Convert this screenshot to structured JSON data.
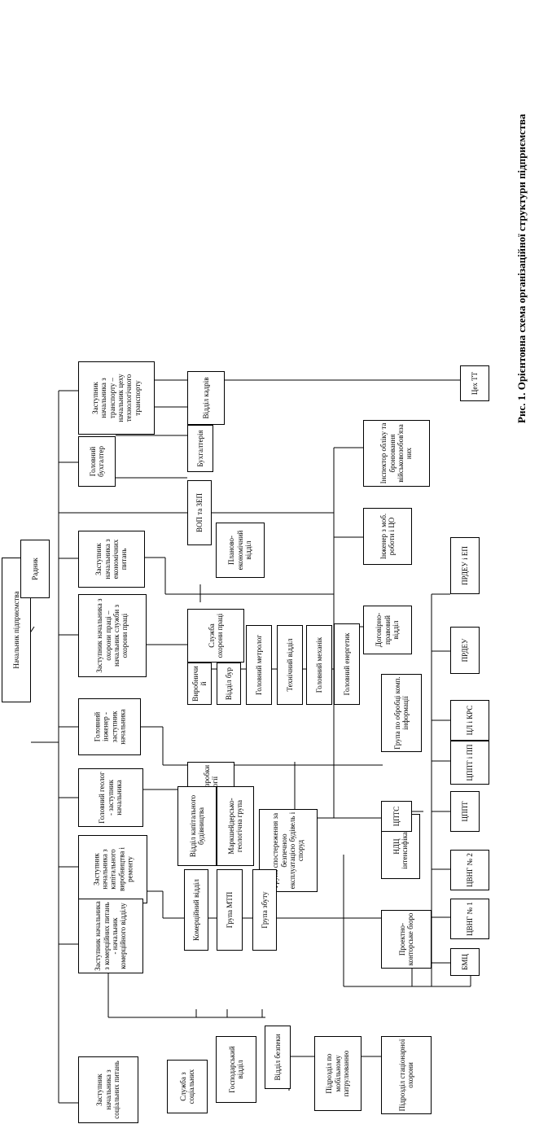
{
  "caption": "Рис. 1. Орієнтовна схема організаційної структури підприємства",
  "boxes": [
    {
      "text": "Начальник підприємства"
    },
    {
      "text": "Радник"
    },
    {
      "text": "Заступник начальника з транспорту – начальник цеху технологічного транспорту"
    },
    {
      "text": "Відділ кадрів"
    },
    {
      "text": "Головний бухгалтер"
    },
    {
      "text": "Бухгалтерія"
    },
    {
      "text": "ВОП та ЗЕП"
    },
    {
      "text": "Заступник начальника з економічних питань"
    },
    {
      "text": "Планово-економічний відділ"
    },
    {
      "text": "Заступник начальника з охорони праці – начальник служби з охорони праці"
    },
    {
      "text": "Служба охорони праці"
    },
    {
      "text": "Виробничий"
    },
    {
      "text": "Відділ бур"
    },
    {
      "text": "Головний метролог"
    },
    {
      "text": "Технічний відділ"
    },
    {
      "text": "Головний механік"
    },
    {
      "text": "Головний енергетик"
    },
    {
      "text": "Головний інженер - заступник начальника"
    },
    {
      "text": "Головний геолог - заступник начальника"
    },
    {
      "text": "Відділ розробки і геології"
    },
    {
      "text": "Відділ капітального будівництва"
    },
    {
      "text": "Маркшейдерсько-геологічна група"
    },
    {
      "text": "Група спостереження за безпечною експлуатацією будівель і споруд"
    },
    {
      "text": "Заступник начальника з капітального виробництва і ремонту"
    },
    {
      "text": "Заступник начальника з комерційних питань - начальник комерційного відділу"
    },
    {
      "text": "Комерційний відділ"
    },
    {
      "text": "Група МТП"
    },
    {
      "text": "Група збуту"
    },
    {
      "text": "Заступник начальника з соціальних питань"
    },
    {
      "text": "Служба з соціальних"
    },
    {
      "text": "Господарський відділ"
    },
    {
      "text": "Відділ безпеки"
    },
    {
      "text": "Підрозділ по мобільному патрулюванню"
    },
    {
      "text": "Підрозділ стаціонарної охорони"
    },
    {
      "text": "Інспектор обліку та бронювання військовозобов'язаних"
    },
    {
      "text": "Інженер з моб. роботи і ЦО"
    },
    {
      "text": "Договірно-правовий відділ"
    },
    {
      "text": "Група по обробці комп. інформації"
    },
    {
      "text": "НДЦ інтенсифікації"
    },
    {
      "text": "ЦПТС"
    },
    {
      "text": "Проектно-конторське бюро"
    },
    {
      "text": "Цех ТТ"
    },
    {
      "text": "ПРДЕУ і ЕП"
    },
    {
      "text": "ПРДЕУ"
    },
    {
      "text": "ЦЛ і КРС"
    },
    {
      "text": "ЦППТ і ПП"
    },
    {
      "text": "ЦППТ"
    },
    {
      "text": "ЦВНГ № 2"
    },
    {
      "text": "ЦВНГ № 1"
    },
    {
      "text": "БМЦ"
    }
  ]
}
